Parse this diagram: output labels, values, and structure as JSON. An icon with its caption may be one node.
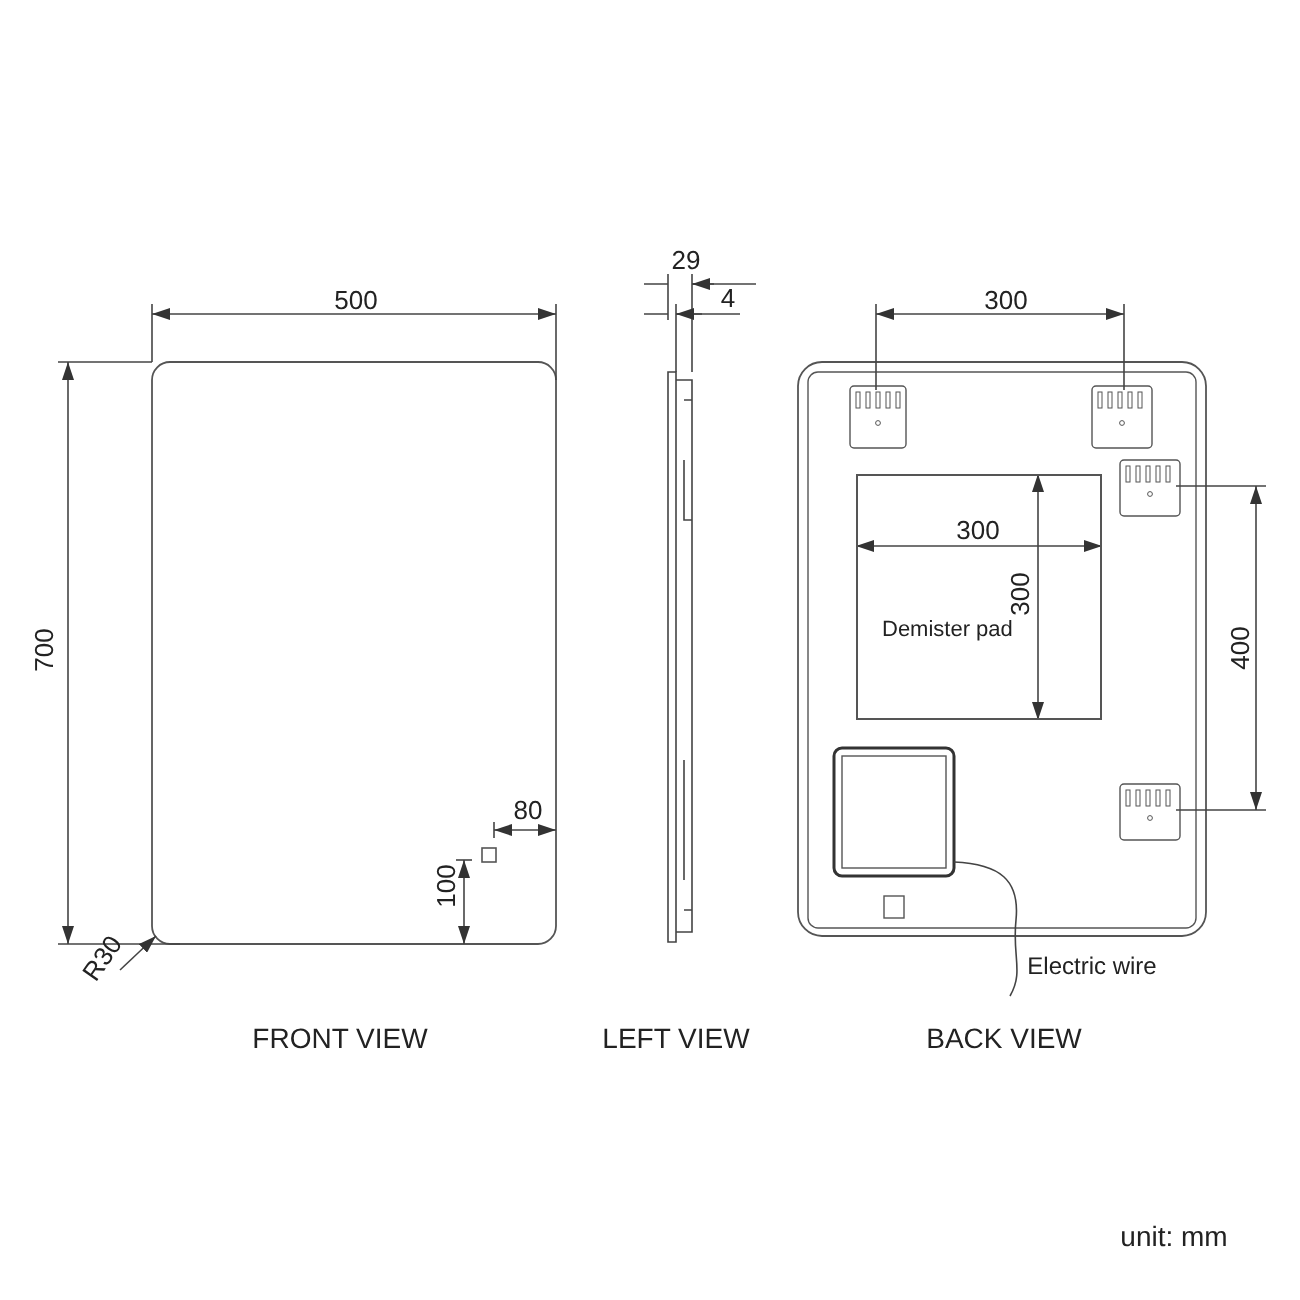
{
  "diagram": {
    "nodes": [
      {
        "text": [
          "Demister pad"
        ]
      }
    ],
    "labels": [
      "29",
      "500",
      "4",
      "300",
      "300",
      "700",
      "300",
      "400",
      "80",
      "100",
      "R30",
      "Electric wire",
      "FRONT VIEW",
      "LEFT VIEW",
      "BACK VIEW",
      "unit: mm"
    ]
  }
}
